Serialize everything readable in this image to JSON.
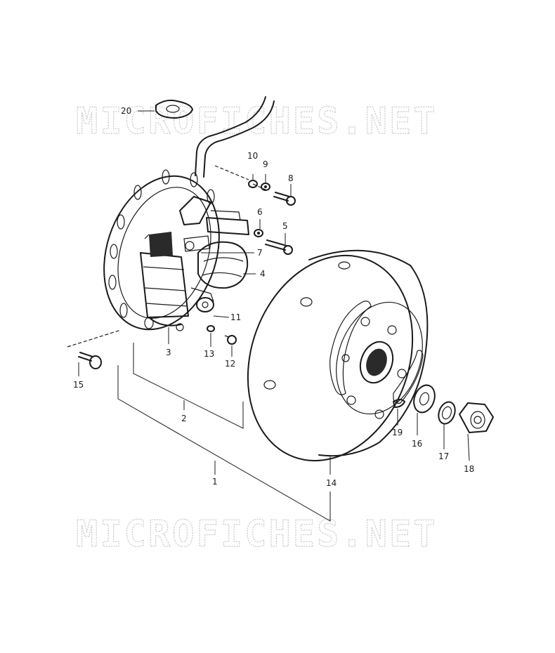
{
  "watermark": {
    "text": "MICROFICHES.NET",
    "color": "#c8c8c8"
  },
  "callouts": {
    "p1": "1",
    "p2": "2",
    "p3": "3",
    "p4": "4",
    "p5": "5",
    "p6": "6",
    "p7": "7",
    "p8": "8",
    "p9": "9",
    "p10": "10",
    "p11": "11",
    "p12": "12",
    "p13": "13",
    "p14": "14",
    "p15": "15",
    "p16": "16",
    "p17": "17",
    "p18": "18",
    "p19": "19",
    "p20": "20"
  },
  "colors": {
    "ink": "#1a1a1a",
    "background": "#ffffff"
  }
}
